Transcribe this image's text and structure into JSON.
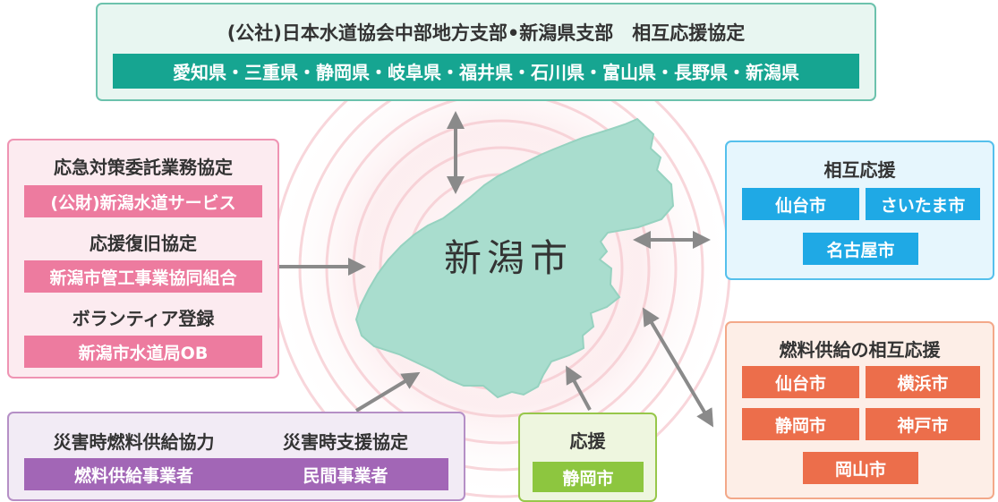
{
  "top_box": {
    "title": "(公社)日本水道協会中部地方支部•新潟県支部　相互応援協定",
    "members": "愛知県・三重県・静岡県・岐阜県・福井県・石川県・富山県・長野県・新潟県"
  },
  "left_box": {
    "heading_1": "応急対策委託業務協定",
    "tag_1": "(公財)新潟水道サービス",
    "heading_2": "応援復旧協定",
    "tag_2": "新潟市管工事業協同組合",
    "heading_3": "ボランティア登録",
    "tag_3": "新潟市水道局OB"
  },
  "right_top_box": {
    "title": "相互応援",
    "cities": [
      "仙台市",
      "さいたま市",
      "名古屋市"
    ]
  },
  "right_bottom_box": {
    "title": "燃料供給の相互応援",
    "cities": [
      "仙台市",
      "横浜市",
      "静岡市",
      "神戸市",
      "岡山市"
    ]
  },
  "bottom_center_box": {
    "title": "応援",
    "city": "静岡市"
  },
  "bottom_left_box": {
    "heading_1": "災害時燃料供給協力",
    "tag_1": "燃料供給事業者",
    "heading_2": "災害時支援協定",
    "tag_2": "民間事業者"
  },
  "center": {
    "label": "新潟市"
  },
  "colors": {
    "teal": "#16a591",
    "pink": "#ed7b9f",
    "blue": "#1fa9e5",
    "orange": "#ec6e4b",
    "green": "#8dc63f",
    "purple": "#a266b6",
    "map_fill": "#a9ddce",
    "ripple": "#f6c9cf",
    "arrow": "#8a8a8a"
  }
}
